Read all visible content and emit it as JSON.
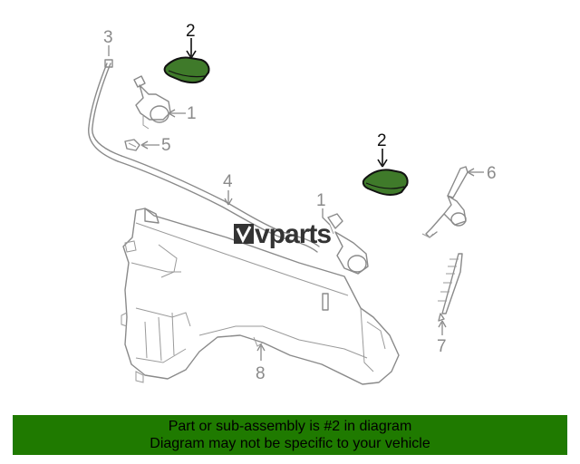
{
  "labels": {
    "part1a": "1",
    "part1b": "1",
    "part2a": "2",
    "part2b": "2",
    "part3": "3",
    "part4": "4",
    "part5": "5",
    "part6": "6",
    "part7": "7",
    "part8": "8"
  },
  "watermark": "vparts",
  "banner": {
    "line1": "Part or sub-assembly is #2 in diagram",
    "line2": "Diagram may not be specific to your vehicle"
  },
  "colors": {
    "highlight_fill": "#3f7a2a",
    "banner_bg": "#1f7a00",
    "line_gray": "#8a8a8a"
  }
}
